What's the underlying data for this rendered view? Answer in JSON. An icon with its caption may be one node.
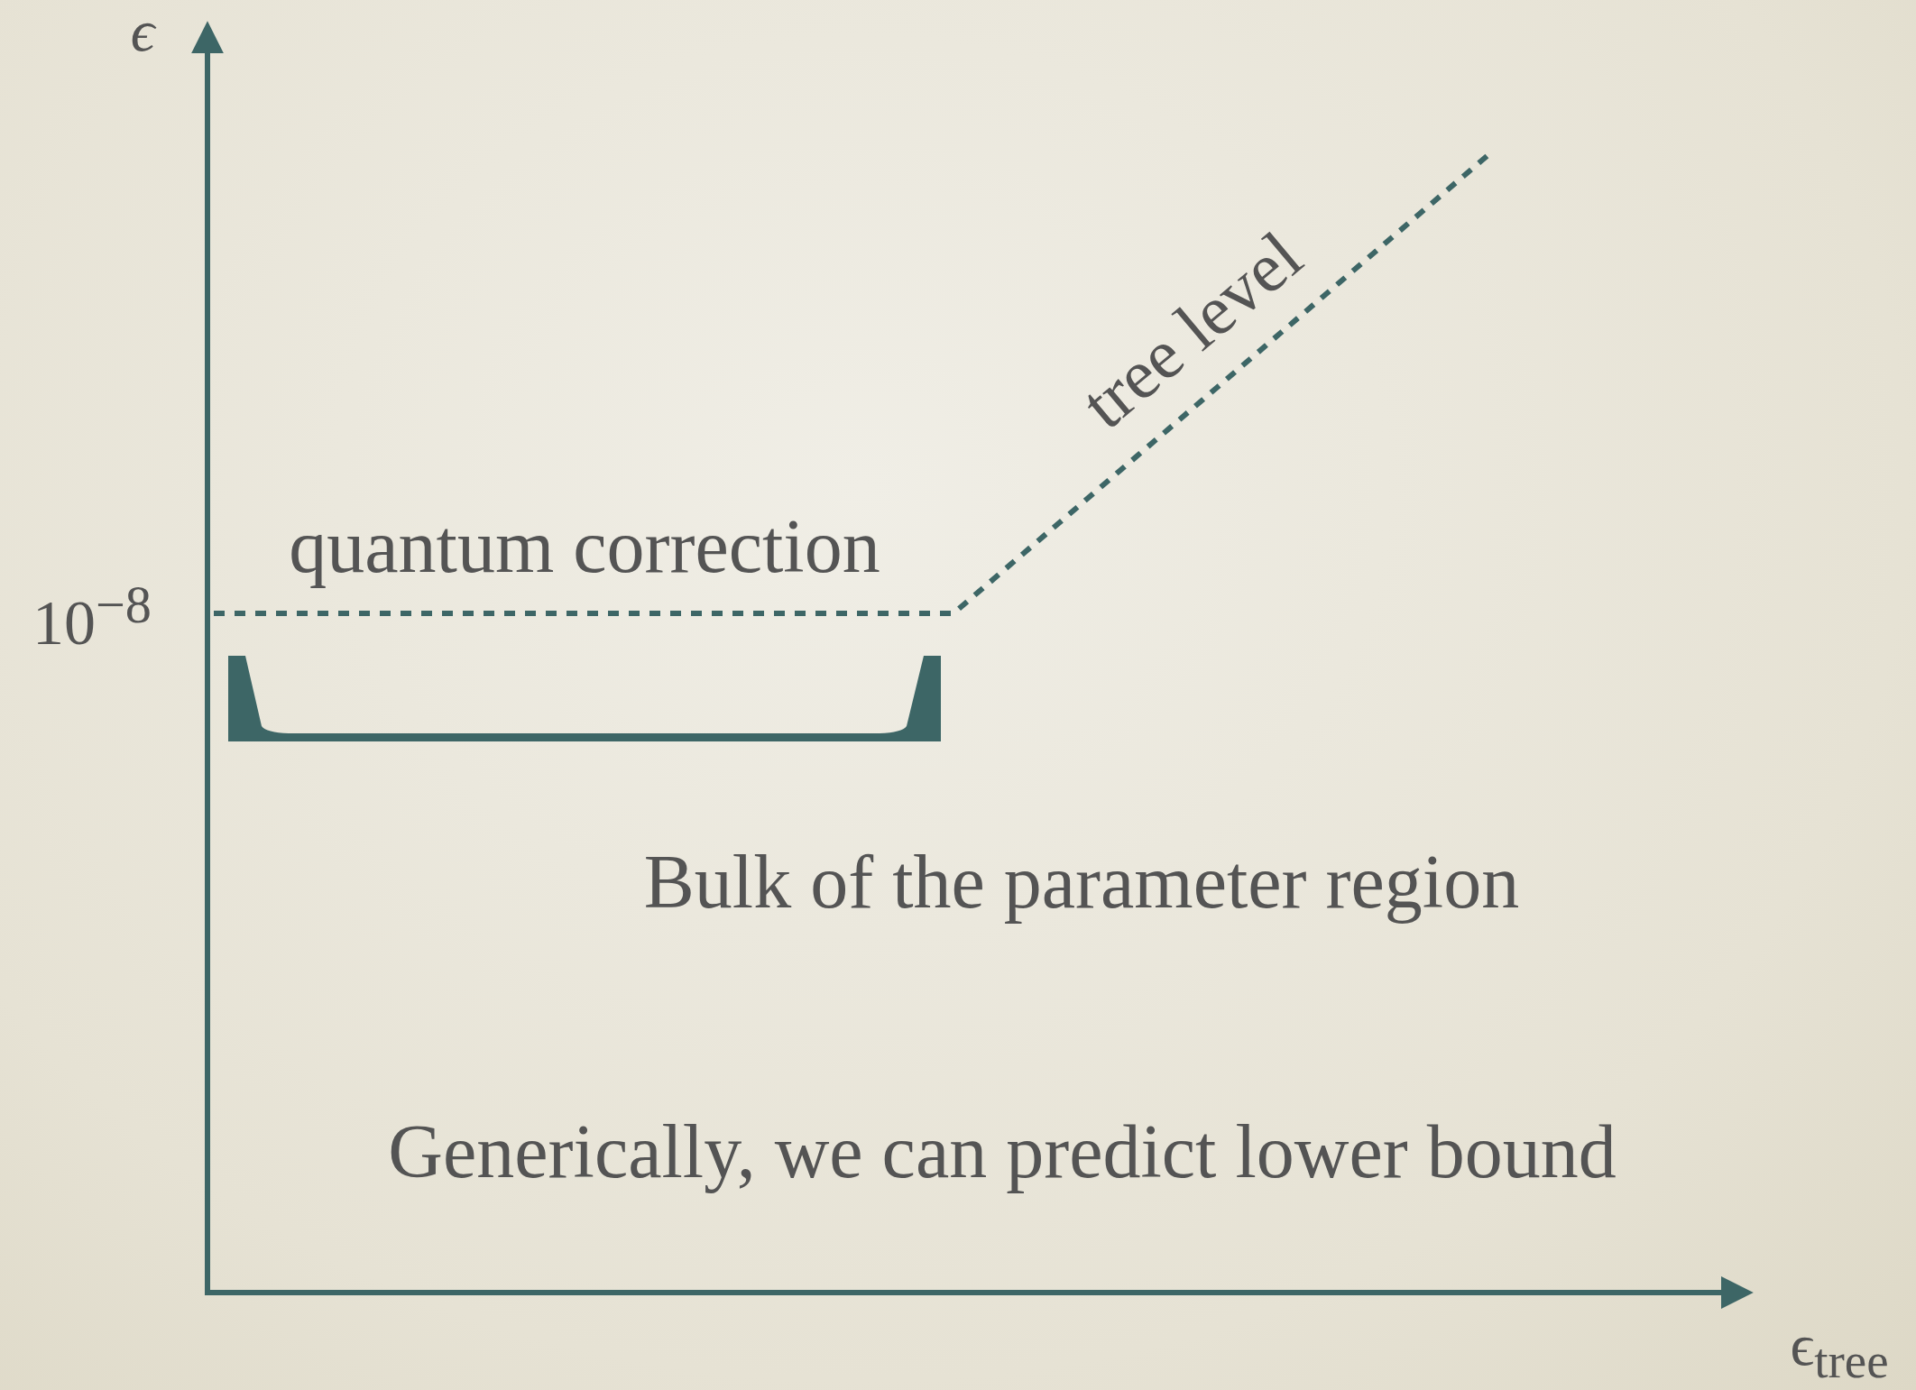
{
  "diagram": {
    "labels": [
      "ϵ",
      "10$^{−8}$",
      "quantum correction",
      "tree level",
      "Bulk of the parameter region",
      "Generically, we can predict lower bound",
      "ϵ$_{tree}$"
    ]
  }
}
